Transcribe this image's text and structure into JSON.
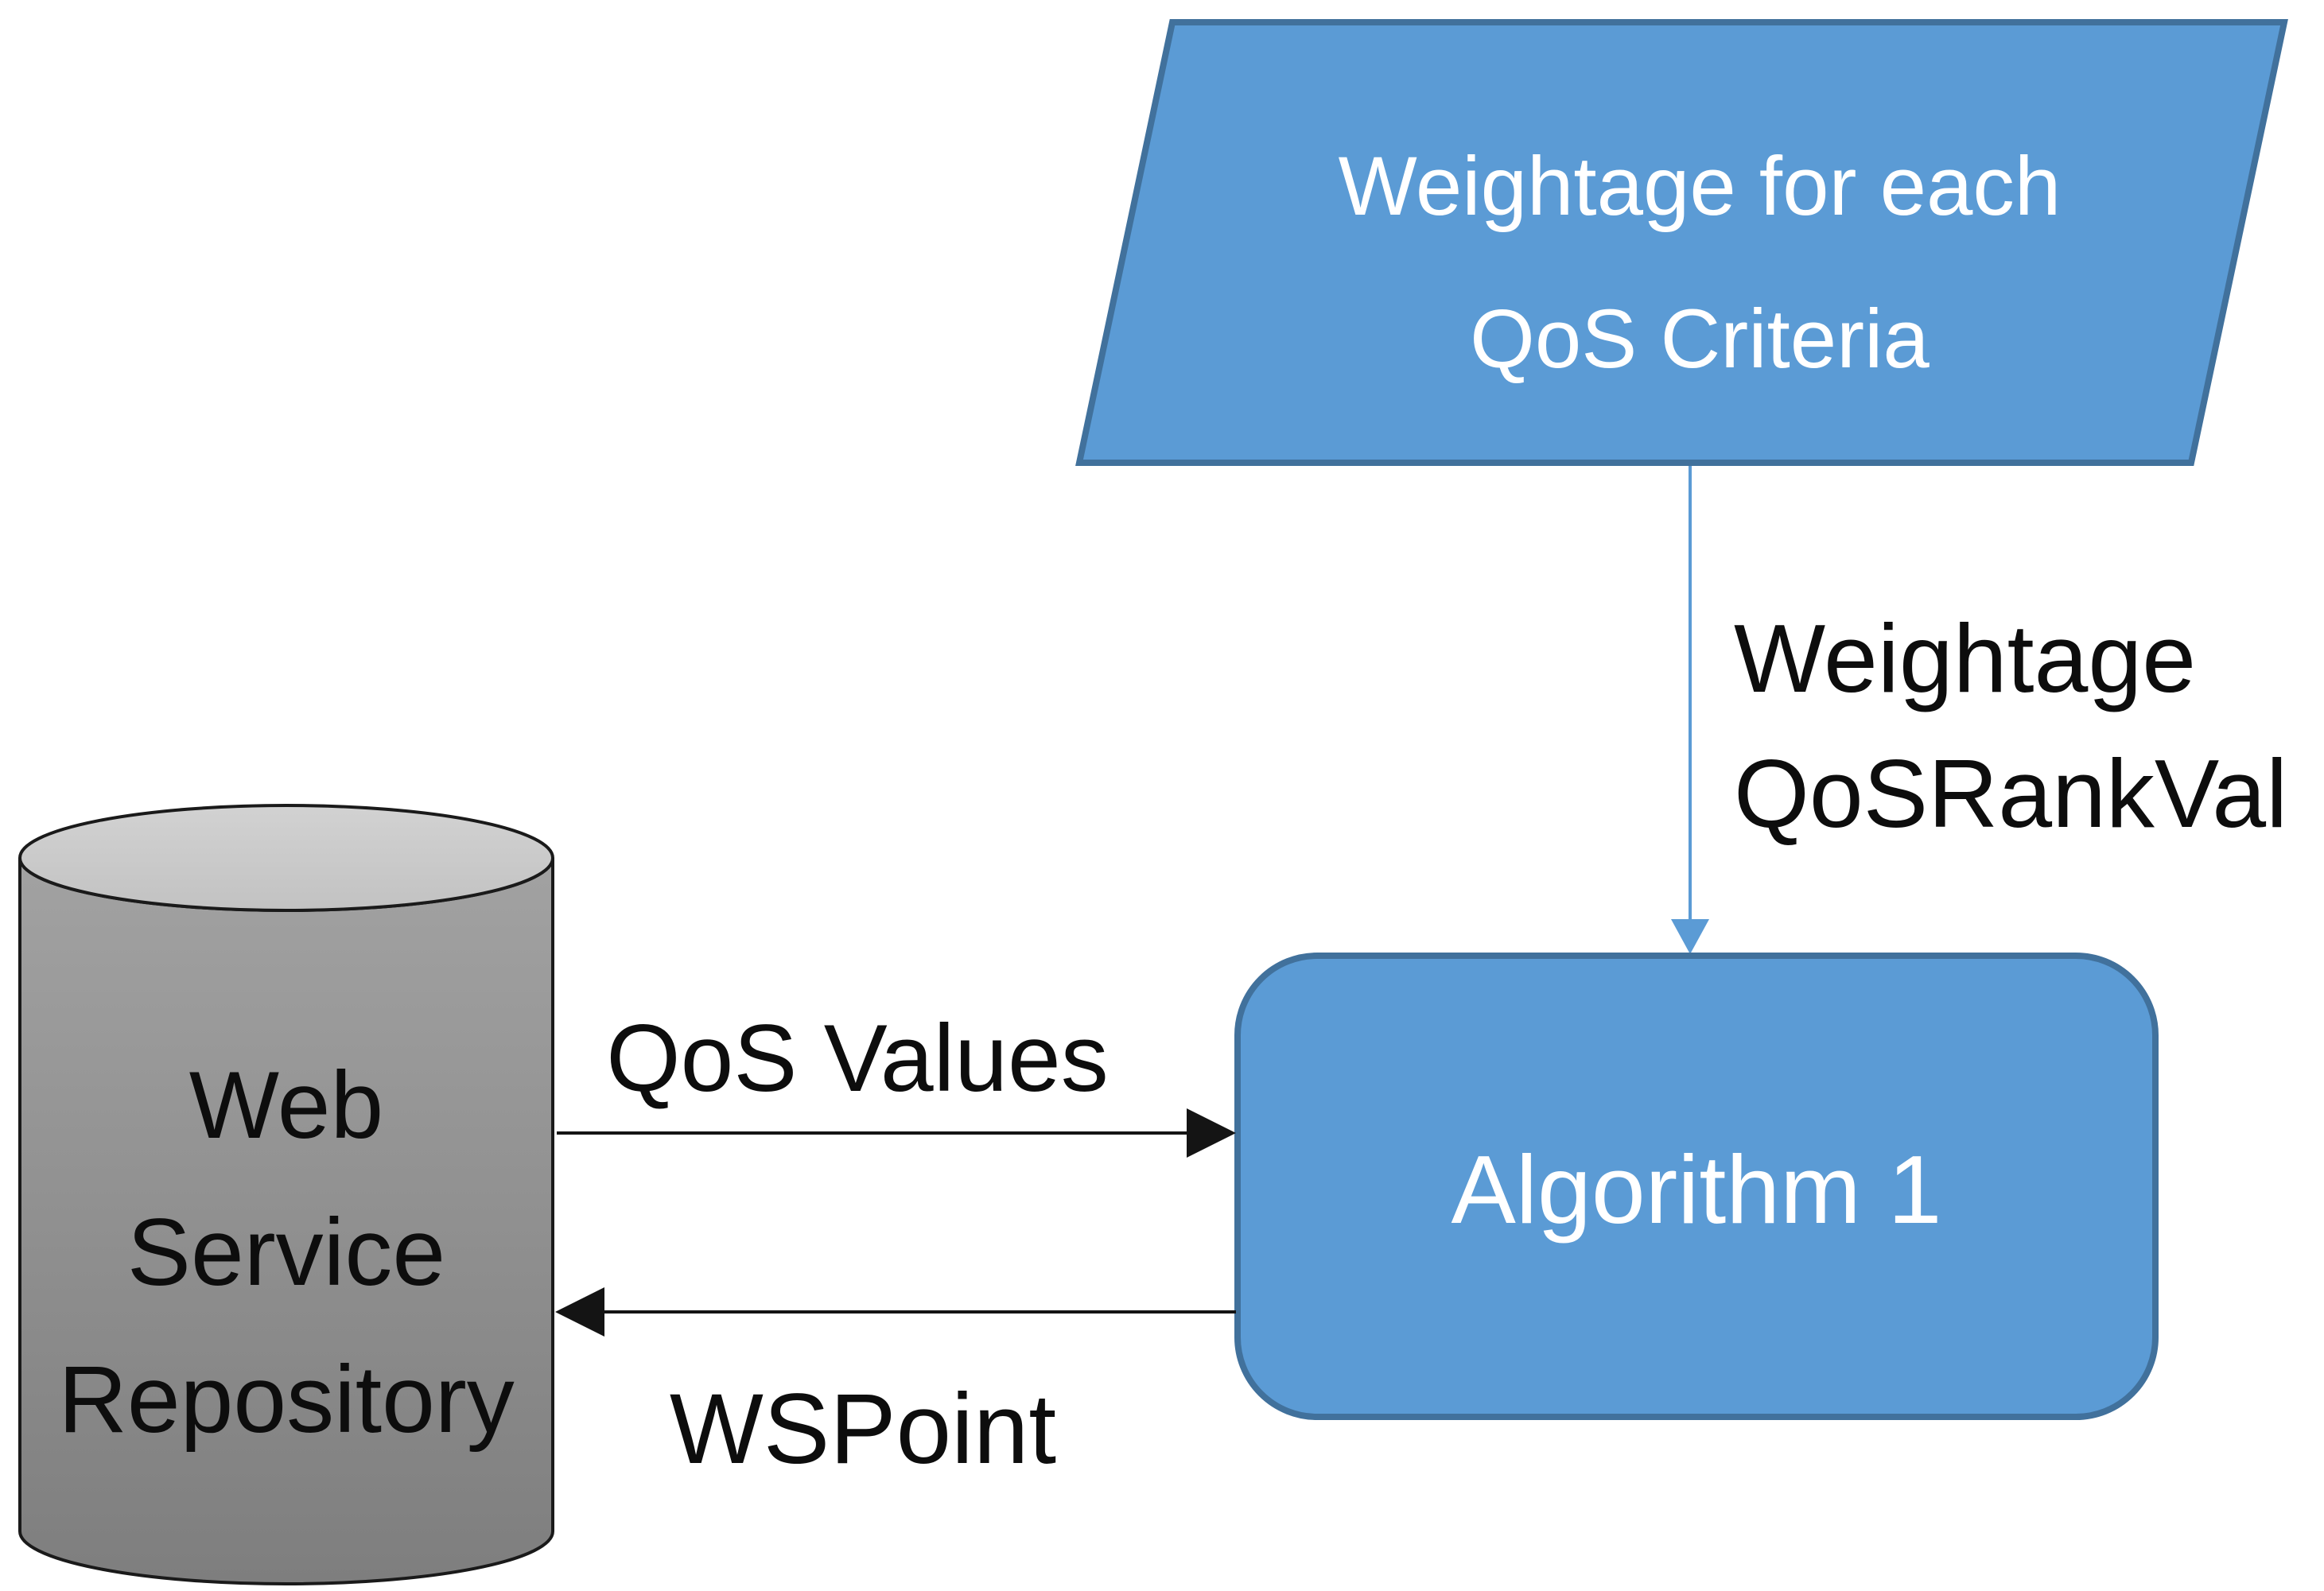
{
  "diagram": {
    "parallelogram": {
      "lines": [
        "Weightage for each",
        "QoS Criteria"
      ]
    },
    "weightage_arrow_label": {
      "lines": [
        "Weightage",
        "QoSRankVal"
      ]
    },
    "algorithm_box": {
      "label": "Algorithm 1"
    },
    "cylinder": {
      "lines": [
        "Web",
        "Service",
        "Repository"
      ]
    },
    "arrows": {
      "qos_values": {
        "label": "QoS Values"
      },
      "wspoint": {
        "label": "WSPoint"
      }
    }
  },
  "colors": {
    "shape_blue": "#5B9BD5",
    "shape_blue_border": "#41719C",
    "arrow_blue": "#5B9BD5",
    "arrow_black": "#141414",
    "text_white": "#FFFFFF",
    "text_black": "#0D0D0D",
    "cylinder_top_light": "#D2D2D2",
    "cylinder_top_dark": "#C2C2C2",
    "cylinder_body_light": "#A2A2A2",
    "cylinder_body_dark": "#7E7E7E",
    "cylinder_outline": "#1A1A1A",
    "background": "#FFFFFF"
  }
}
